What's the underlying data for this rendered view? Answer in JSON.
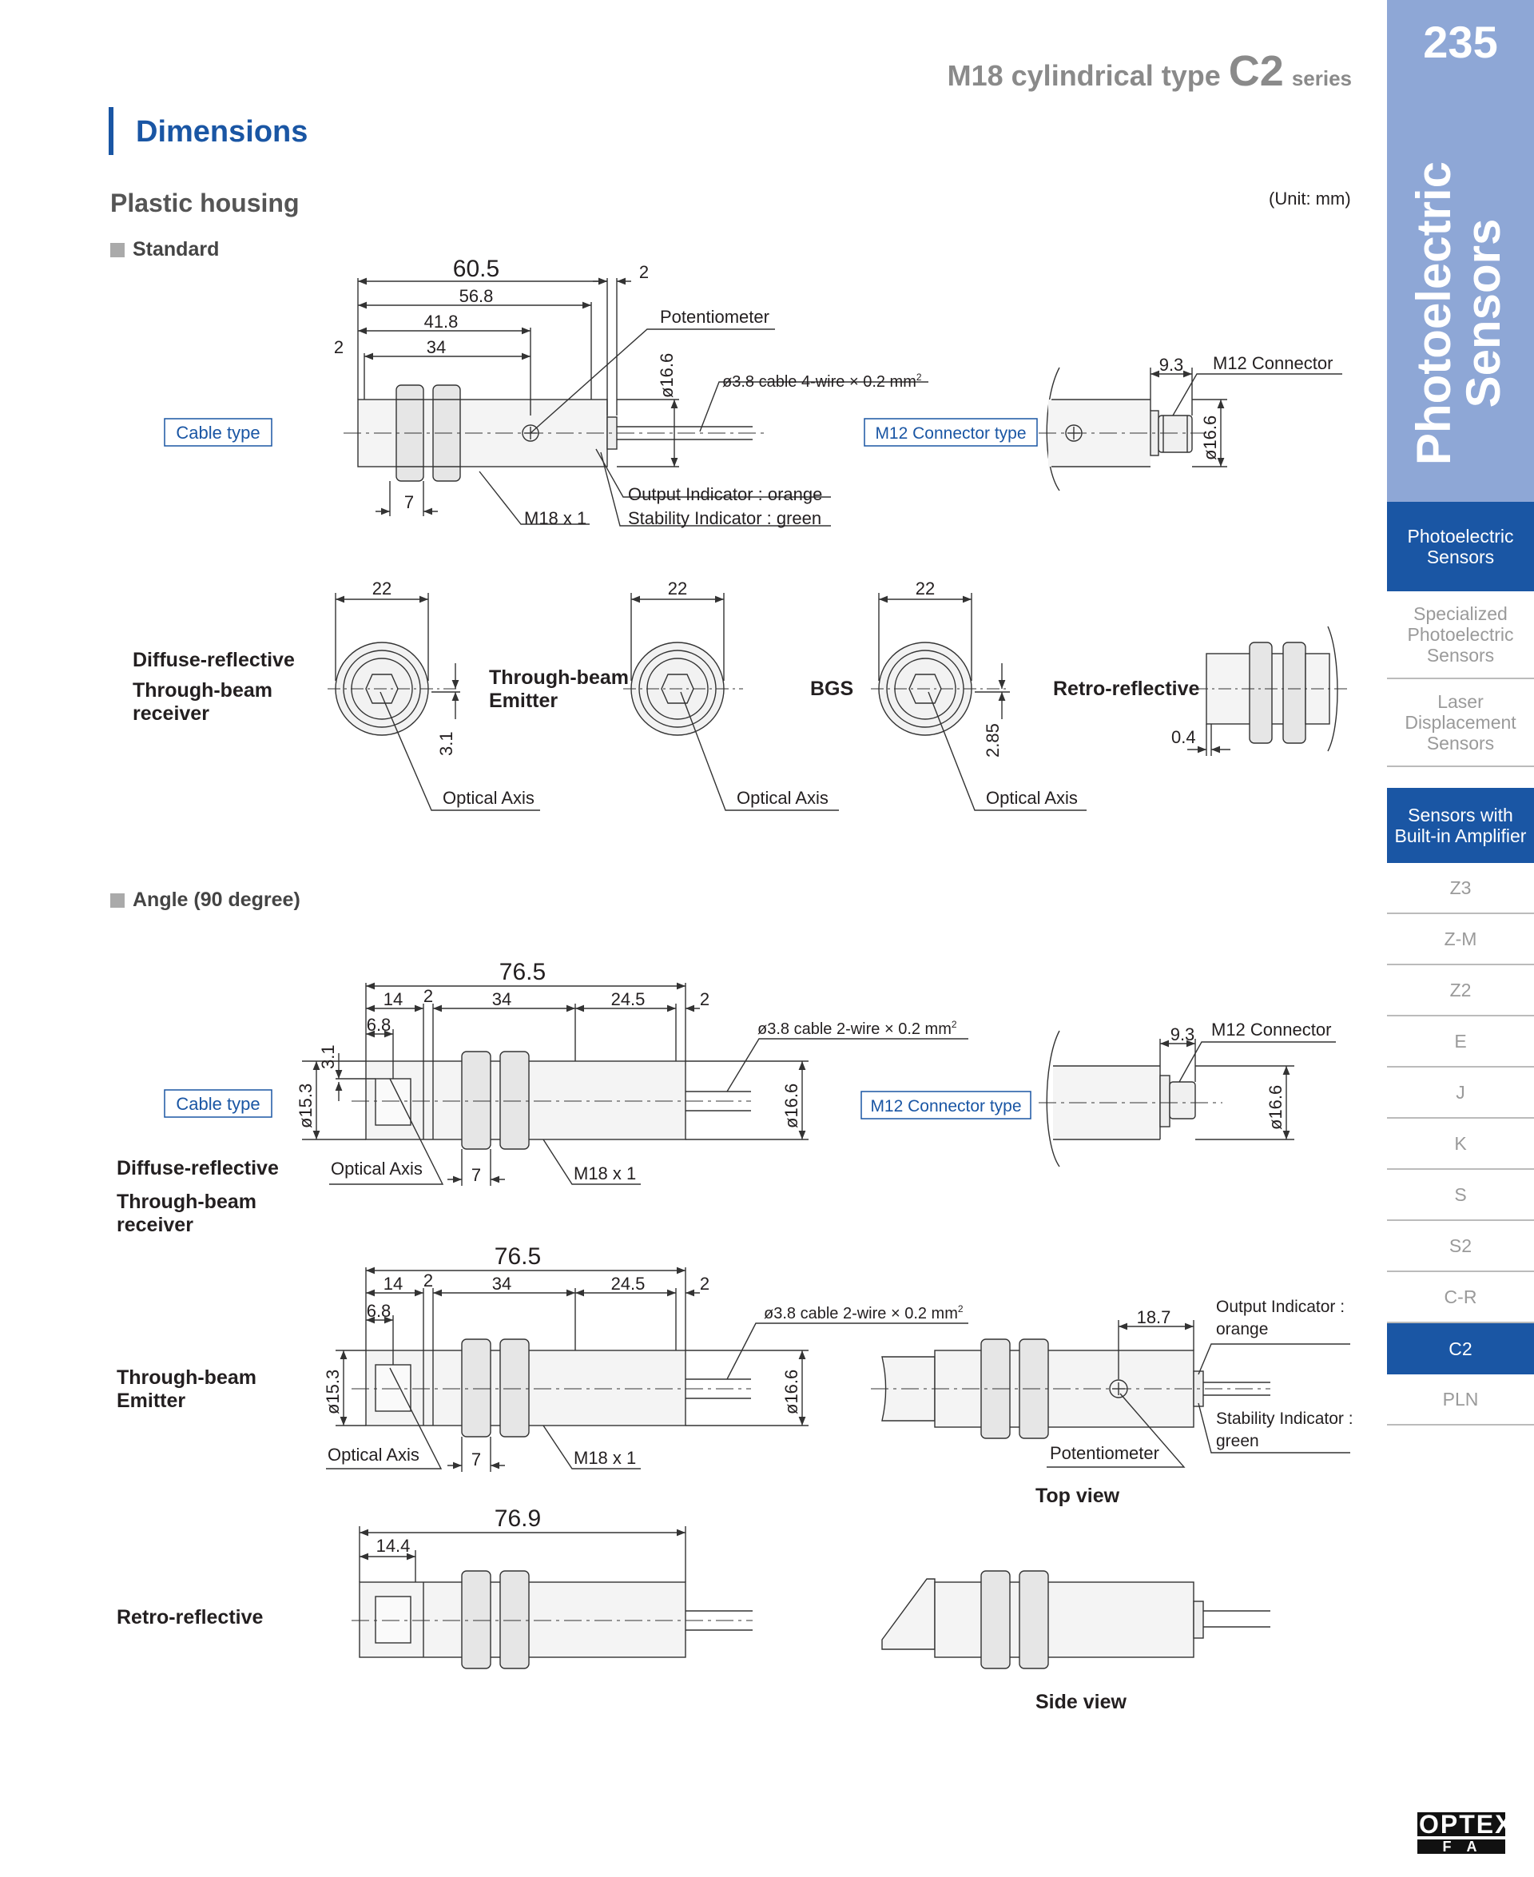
{
  "header": {
    "prefix": "M18 cylindrical type",
    "series_code": "C2",
    "suffix": "series"
  },
  "section": {
    "title": "Dimensions",
    "subtitle": "Plastic housing",
    "unit": "(Unit: mm)"
  },
  "standard": {
    "heading": "Standard",
    "cable_box": "Cable type",
    "connector_box": "M12 Connector type",
    "dims": {
      "total": "60.5",
      "d568": "56.8",
      "d418": "41.8",
      "d34": "34",
      "d2a": "2",
      "d2b": "2",
      "d7": "7",
      "dia": "ø16.6",
      "d93": "9.3",
      "dia_conn": "ø16.6"
    },
    "notes": {
      "potentiometer": "Potentiometer",
      "cable": "ø3.8 cable 4-wire × 0.2 mm",
      "cable_sup": "2",
      "thread": "M18 x 1",
      "output": "Output Indicator : orange",
      "stability": "Stability Indicator : green",
      "connector": "M12 Connector"
    }
  },
  "front_views": {
    "labels": {
      "a": "Diffuse-reflective",
      "b": "Through-beam",
      "b2": "receiver",
      "c": "Through-beam",
      "c2": "Emitter",
      "d": "BGS",
      "e": "Retro-reflective"
    },
    "width": "22",
    "offset1": "3.1",
    "offset2": "2.85",
    "offset3": "0.4",
    "optical_axis": "Optical Axis"
  },
  "angle": {
    "heading": "Angle (90 degree)",
    "cable_box": "Cable type",
    "connector_box": "M12 Connector type",
    "labels": {
      "a": "Diffuse-reflective",
      "b": "Through-beam",
      "b2": "receiver",
      "c": "Through-beam",
      "c2": "Emitter",
      "d": "Retro-reflective"
    },
    "dims": {
      "total": "76.5",
      "d14": "14",
      "d2": "2",
      "d34": "34",
      "d245": "24.5",
      "d2r": "2",
      "d68": "6.8",
      "d31": "3.1",
      "d153": "ø15.3",
      "d7": "7",
      "dia": "ø16.6",
      "d93": "9.3",
      "dia_conn": "ø16.6",
      "d187": "18.7",
      "total3": "76.9",
      "d144": "14.4"
    },
    "notes": {
      "cable": "ø3.8 cable 2-wire × 0.2 mm",
      "cable_sup": "2",
      "thread": "M18 x 1",
      "optical_axis": "Optical Axis",
      "connector": "M12 Connector",
      "output": "Output Indicator :",
      "output2": "orange",
      "stability": "Stability Indicator :",
      "stability2": "green",
      "potentiometer": "Potentiometer"
    },
    "top_view": "Top view",
    "side_view": "Side view"
  },
  "sidebar": {
    "page_number": "235",
    "category_line1": "Photoelectric",
    "category_line2": "Sensors",
    "items": [
      {
        "label": "Photoelectric Sensors"
      },
      {
        "label": "Specialized Photoelectric Sensors"
      },
      {
        "label": "Laser Displacement Sensors"
      },
      {
        "label": "Sensors with Built-in Amplifier"
      },
      {
        "label": "Z3"
      },
      {
        "label": "Z-M"
      },
      {
        "label": "Z2"
      },
      {
        "label": "E"
      },
      {
        "label": "J"
      },
      {
        "label": "K"
      },
      {
        "label": "S"
      },
      {
        "label": "S2"
      },
      {
        "label": "C-R"
      },
      {
        "label": "C2"
      },
      {
        "label": "PLN"
      }
    ]
  },
  "logo": {
    "line1": "OPTEX",
    "line2": "FA"
  }
}
